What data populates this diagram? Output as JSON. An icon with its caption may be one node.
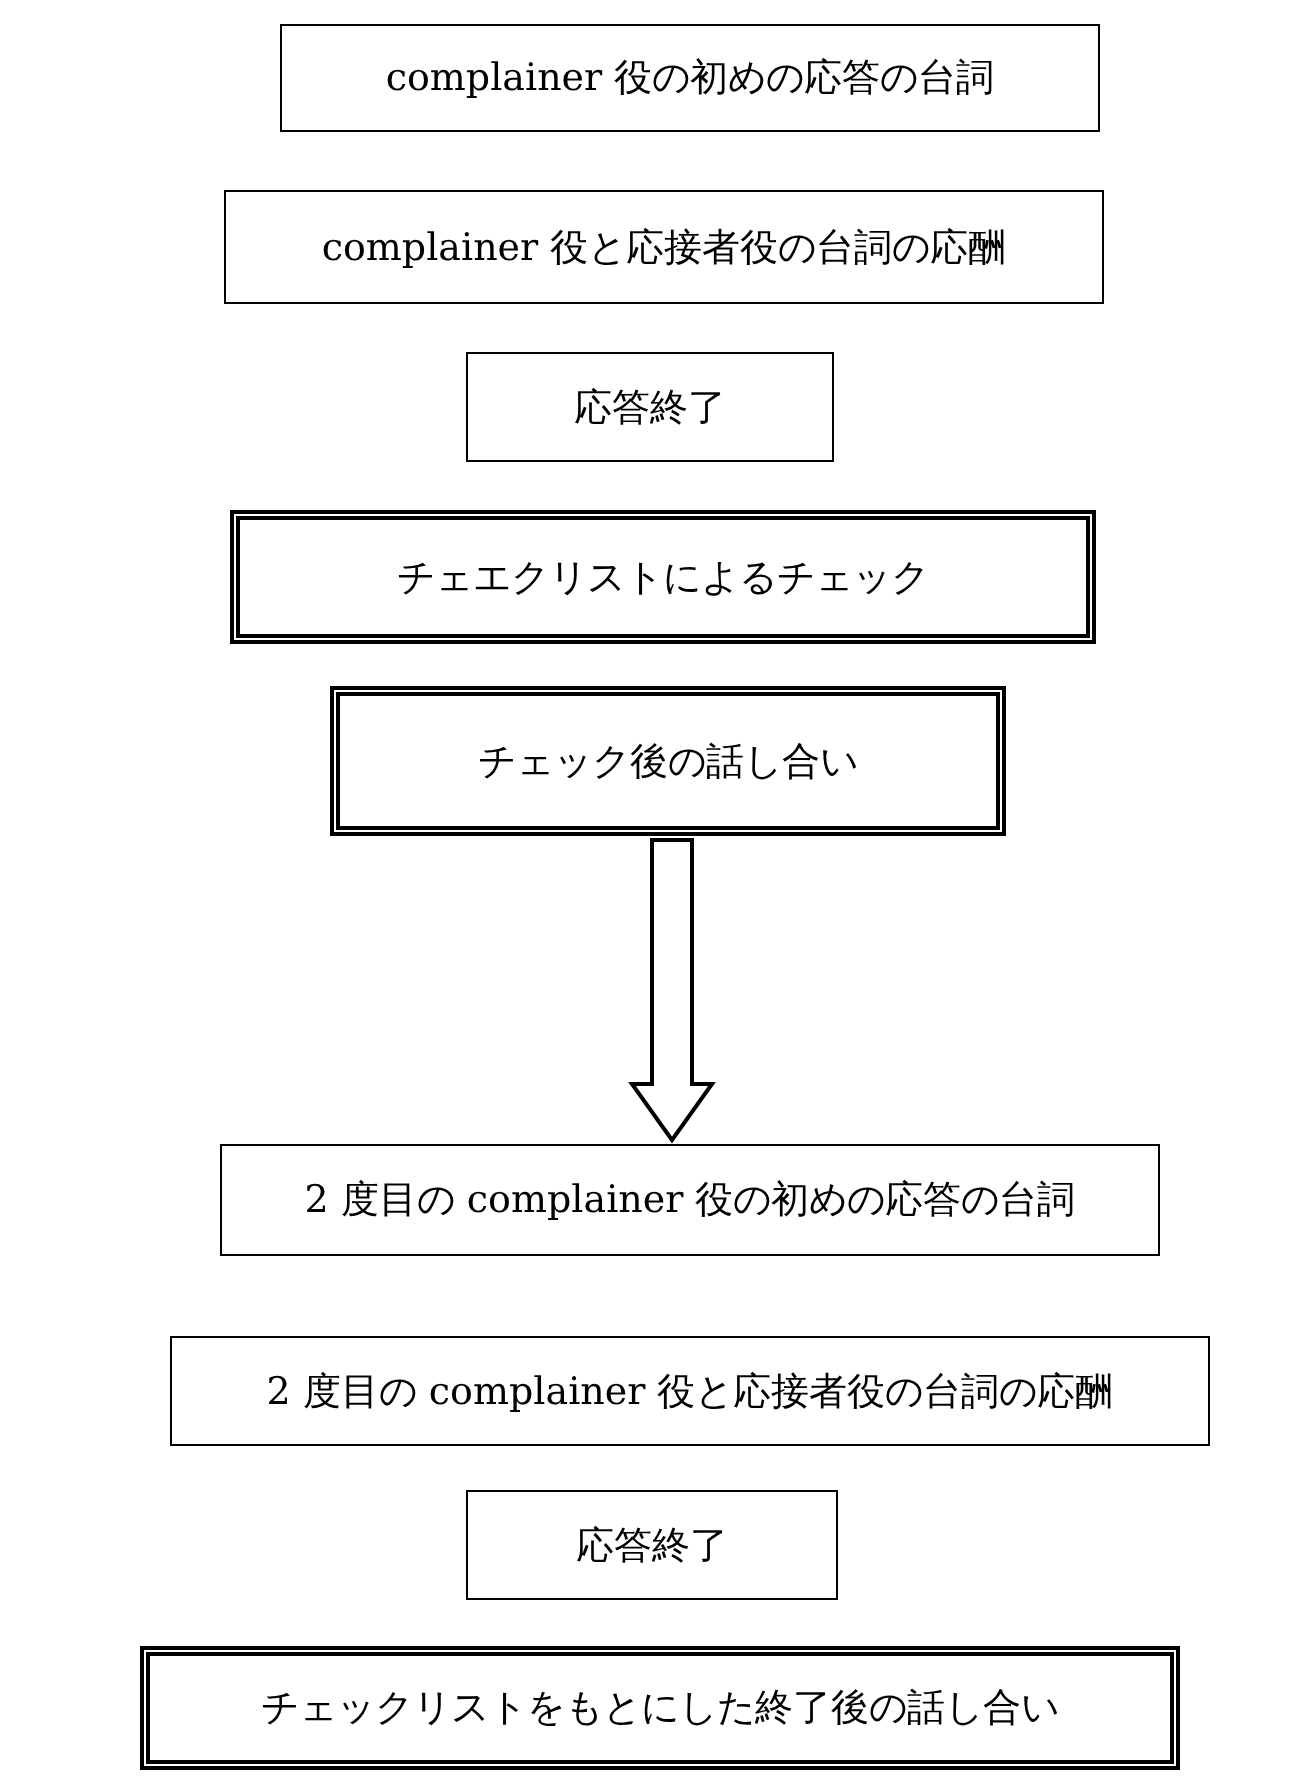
{
  "diagram": {
    "nodes": [
      {
        "text": [
          "complainer 役の初めの応答の台詞"
        ]
      },
      {
        "text": [
          "complainer 役と応接者役の台詞の応酬"
        ]
      },
      {
        "text": [
          "応答終了"
        ]
      },
      {
        "text": [
          "チェエクリストによるチェック"
        ]
      },
      {
        "text": [
          "チェック後の話し合い"
        ]
      },
      {
        "text": [
          "2 度目の complainer 役の初めの応答の台詞"
        ]
      },
      {
        "text": [
          "2 度目の complainer 役と応接者役の台詞の応酬"
        ]
      },
      {
        "text": [
          "応答終了"
        ]
      },
      {
        "text": [
          "チェックリストをもとにした終了後の話し合い"
        ]
      }
    ],
    "edges": [
      {
        "from": 4,
        "to": 5,
        "arrow": "to"
      }
    ]
  }
}
